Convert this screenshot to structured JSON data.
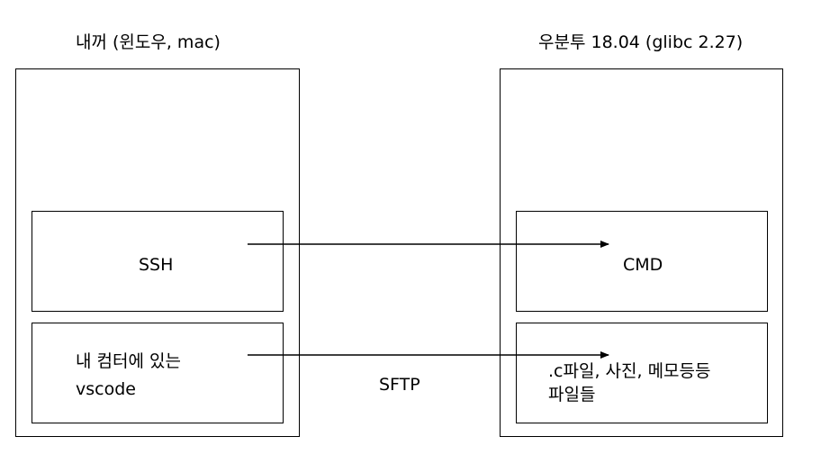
{
  "left_machine": {
    "title": "내꺼 (윈도우, mac)",
    "top_box": {
      "label": "SSH"
    },
    "bottom_box": {
      "line1": "내 컴터에 있는",
      "line2": "vscode"
    }
  },
  "right_machine": {
    "title": "우분투 18.04 (glibc 2.27)",
    "top_box": {
      "label": "CMD"
    },
    "bottom_box": {
      "line1": ".c파일, 사진, 메모등등",
      "line2": "파일들"
    }
  },
  "connections": {
    "ftp_label": "SFTP"
  }
}
